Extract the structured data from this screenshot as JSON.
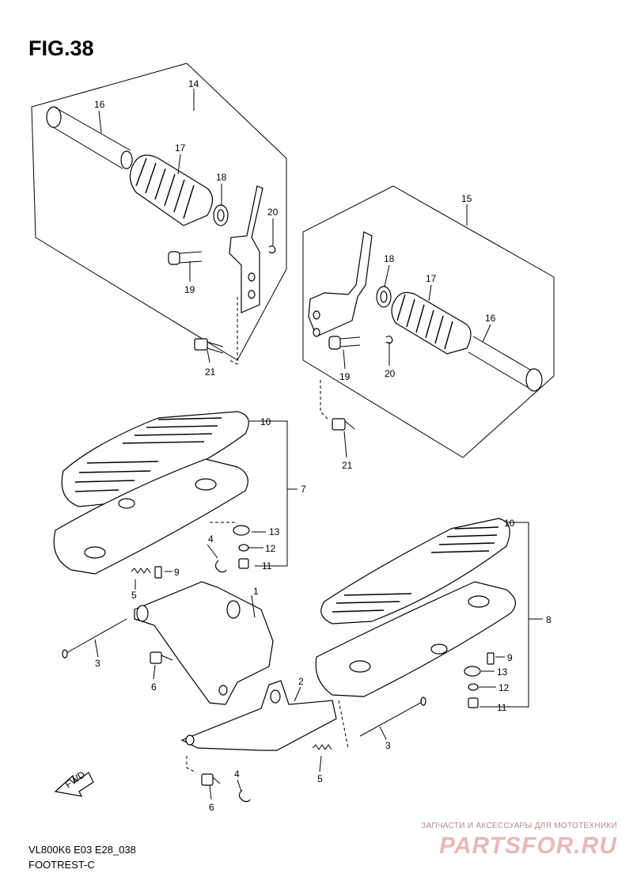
{
  "figure": {
    "title": "FIG.38",
    "code": "VL800K6 E03 E28_038",
    "section": "FOOTREST-C"
  },
  "watermark": {
    "caption": "ЗАПЧАСТИ И АКСЕССУАРЫ ДЛЯ МОТОТЕХНИКИ",
    "logo": "PARTSFOR.RU",
    "color": "#e8b8b8"
  },
  "fwd_label": "FWD",
  "callouts": {
    "c1": "1",
    "c2": "2",
    "c3a": "3",
    "c3b": "3",
    "c4a": "4",
    "c4b": "4",
    "c5a": "5",
    "c5b": "5",
    "c6a": "6",
    "c6b": "6",
    "c7": "7",
    "c8": "8",
    "c9a": "9",
    "c9b": "9",
    "c10a": "10",
    "c10b": "10",
    "c11a": "11",
    "c11b": "11",
    "c12a": "12",
    "c12b": "12",
    "c13a": "13",
    "c13b": "13",
    "c14": "14",
    "c15": "15",
    "c16a": "16",
    "c16b": "16",
    "c17a": "17",
    "c17b": "17",
    "c18a": "18",
    "c18b": "18",
    "c19a": "19",
    "c19b": "19",
    "c20a": "20",
    "c20b": "20",
    "c21a": "21",
    "c21b": "21"
  }
}
